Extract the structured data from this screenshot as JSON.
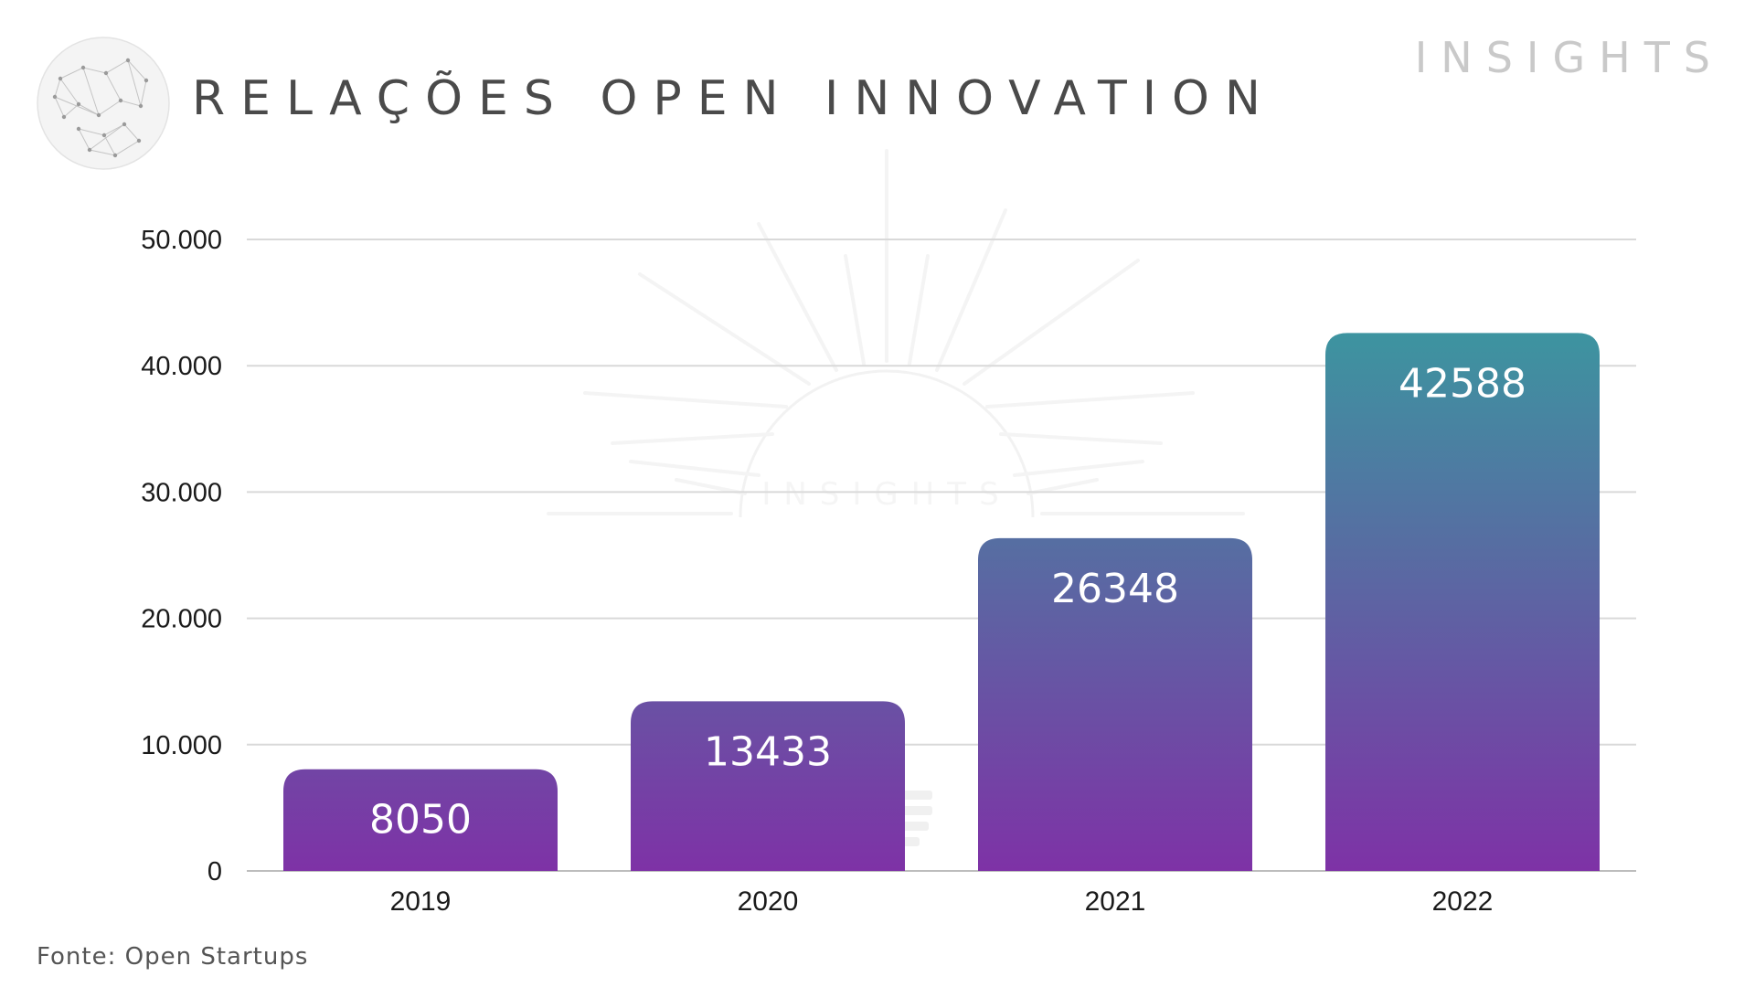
{
  "header": {
    "title": "RELAÇÕES OPEN INNOVATION",
    "brand": "INSIGHTS",
    "watermark": "INSIGHTS"
  },
  "footer": {
    "source": "Fonte: Open Startups"
  },
  "colors": {
    "bar_top": "#3d94a0",
    "bar_bottom": "#7e32a6",
    "grid": "#d9d9d9",
    "text": "#1a1a1a",
    "title": "#4a4a4a",
    "brand": "#c9c9c9"
  },
  "icons": {
    "logo": "globe-network-icon"
  },
  "chart_data": {
    "type": "bar",
    "categories": [
      "2019",
      "2020",
      "2021",
      "2022"
    ],
    "values": [
      8050,
      13433,
      26348,
      42588
    ],
    "data_labels": [
      "8050",
      "13433",
      "26348",
      "42588"
    ],
    "y_ticks": [
      0,
      10000,
      20000,
      30000,
      40000,
      50000
    ],
    "y_tick_labels": [
      "0",
      "10.000",
      "20.000",
      "30.000",
      "40.000",
      "50.000"
    ],
    "ylim": [
      0,
      50000
    ],
    "grid": true,
    "legend": "none"
  }
}
